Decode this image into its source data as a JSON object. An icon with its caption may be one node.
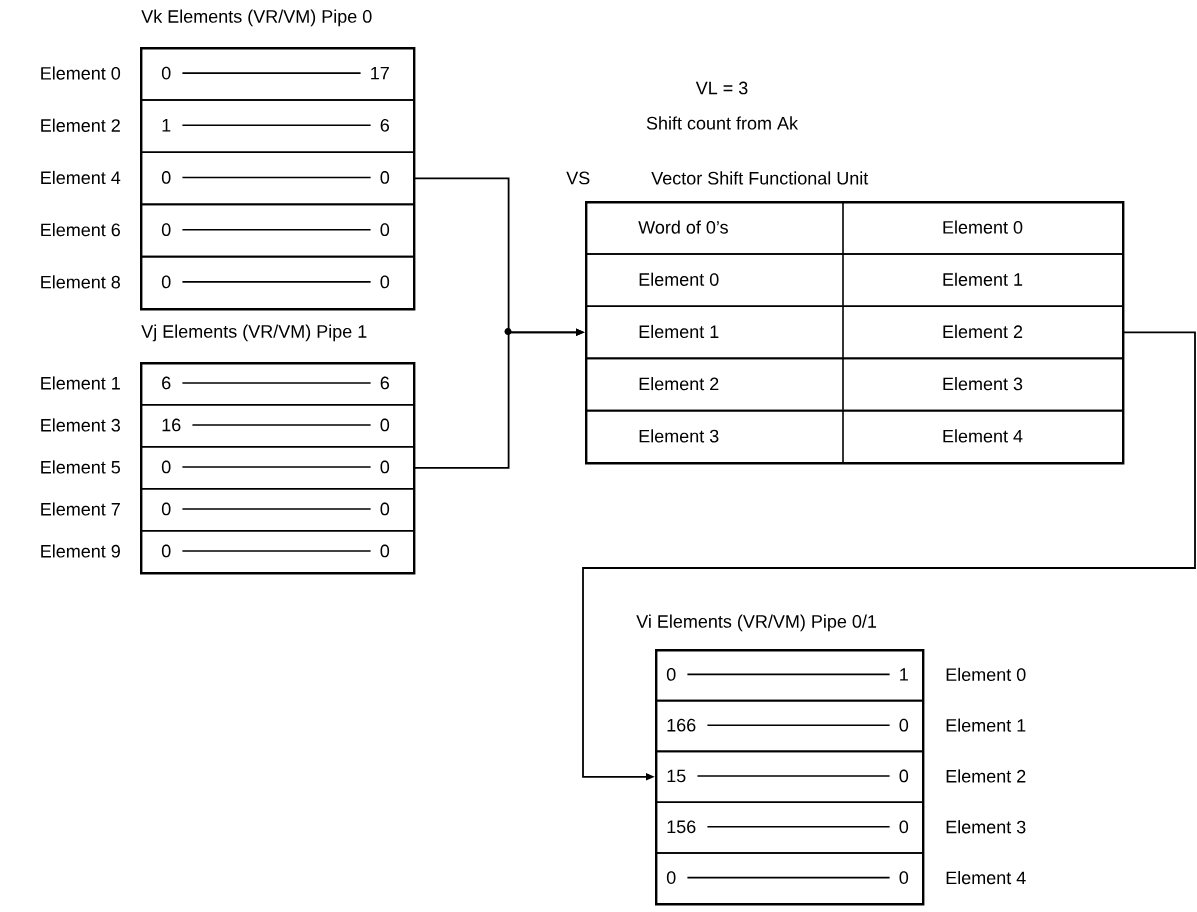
{
  "diagram": {
    "nodes": [
      {
        "text": [
          "Vk Elements (VR/VM) Pipe 0"
        ]
      },
      {
        "text": [
          "0",
          "17"
        ],
        "beside": [
          "Element 0"
        ],
        "in": 0
      },
      {
        "text": [
          "1",
          "6"
        ],
        "beside": [
          "Element 2"
        ],
        "in": 0
      },
      {
        "text": [
          "0",
          "0"
        ],
        "beside": [
          "Element 4"
        ],
        "in": 0
      },
      {
        "text": [
          "0",
          "0"
        ],
        "beside": [
          "Element 6"
        ],
        "in": 0
      },
      {
        "text": [
          "0",
          "0"
        ],
        "beside": [
          "Element 8"
        ],
        "in": 0
      },
      {
        "text": [
          "Vj Elements (VR/VM) Pipe 1"
        ]
      },
      {
        "text": [
          "6",
          "6"
        ],
        "beside": [
          "Element 1"
        ],
        "in": 6
      },
      {
        "text": [
          "16",
          "0"
        ],
        "beside": [
          "Element 3"
        ],
        "in": 6
      },
      {
        "text": [
          "0",
          "0"
        ],
        "beside": [
          "Element 5"
        ],
        "in": 6
      },
      {
        "text": [
          "0",
          "0"
        ],
        "beside": [
          "Element 7"
        ],
        "in": 6
      },
      {
        "text": [
          "0",
          "0"
        ],
        "beside": [
          "Element 9"
        ],
        "in": 6
      },
      {
        "text": [
          "VS",
          "Vector Shift Functional Unit"
        ]
      },
      {
        "text": [
          "Word of 0’s",
          "Element 0"
        ],
        "in": 12
      },
      {
        "text": [
          "Element 0",
          "Element 1"
        ],
        "in": 12
      },
      {
        "text": [
          "Element 1",
          "Element 2"
        ],
        "in": 12
      },
      {
        "text": [
          "Element 2",
          "Element 3"
        ],
        "in": 12
      },
      {
        "text": [
          "Element 3",
          "Element 4"
        ],
        "in": 12
      },
      {
        "text": [
          "Vi Elements (VR/VM) Pipe 0/1"
        ]
      },
      {
        "text": [
          "0",
          "1"
        ],
        "beside": [
          "Element 0"
        ],
        "in": 18
      },
      {
        "text": [
          "166",
          "0"
        ],
        "beside": [
          "Element 1"
        ],
        "in": 18
      },
      {
        "text": [
          "15",
          "0"
        ],
        "beside": [
          "Element 2"
        ],
        "in": 18
      },
      {
        "text": [
          "156",
          "0"
        ],
        "beside": [
          "Element 3"
        ],
        "in": 18
      },
      {
        "text": [
          "0",
          "0"
        ],
        "beside": [
          "Element 4"
        ],
        "in": 18
      }
    ],
    "edges": [
      {
        "from": 3,
        "to": 15,
        "arrow": "to"
      },
      {
        "from": 9,
        "to": 15,
        "arrow": "to"
      },
      {
        "from": 15,
        "to": 21,
        "arrow": "to"
      }
    ],
    "labels": [
      "VL = 3",
      "Shift count from Ak"
    ]
  }
}
